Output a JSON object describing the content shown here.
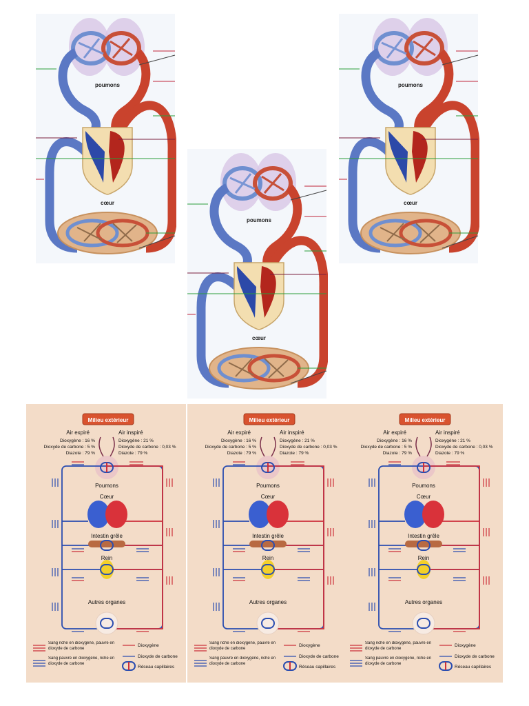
{
  "circulation": {
    "lungs_label": "poumons",
    "heart_label": "cœur"
  },
  "schema": {
    "header": "Milieu extérieur",
    "expired": {
      "title": "Air expiré",
      "oxygen": "Dioxygène : 16 %",
      "co2": "Dioxyde de carbone : 5 %",
      "nitrogen": "Diazote : 79 %"
    },
    "inspired": {
      "title": "Air inspiré",
      "oxygen": "Dioxygène : 21 %",
      "co2": "Dioxyde de carbone : 0,03 %",
      "nitrogen": "Diazote : 79 %"
    },
    "organs": {
      "lungs": "Poumons",
      "heart": "Cœur",
      "intestine": "Intestin grêle",
      "kidney": "Rein",
      "others": "Autres organes"
    },
    "legend": {
      "oxygen_rich": "Sang riche en dioxygène, pauvre en dioxyde de carbone",
      "oxygen_poor": "Sang pauvre en dioxygène, riche en dioxyde de carbone",
      "oxygen": "Dioxygène",
      "co2": "Dioxyde de carbone",
      "capillaries": "Réseau capillaires"
    }
  },
  "colors": {
    "red_blood": "#c9432d",
    "blue_blood": "#5b78c4",
    "panel_bg": "#f3dcc8",
    "lung_pink": "#d8c6e6",
    "heart_bg": "#f3deb0",
    "header_bg": "#d9532f"
  }
}
